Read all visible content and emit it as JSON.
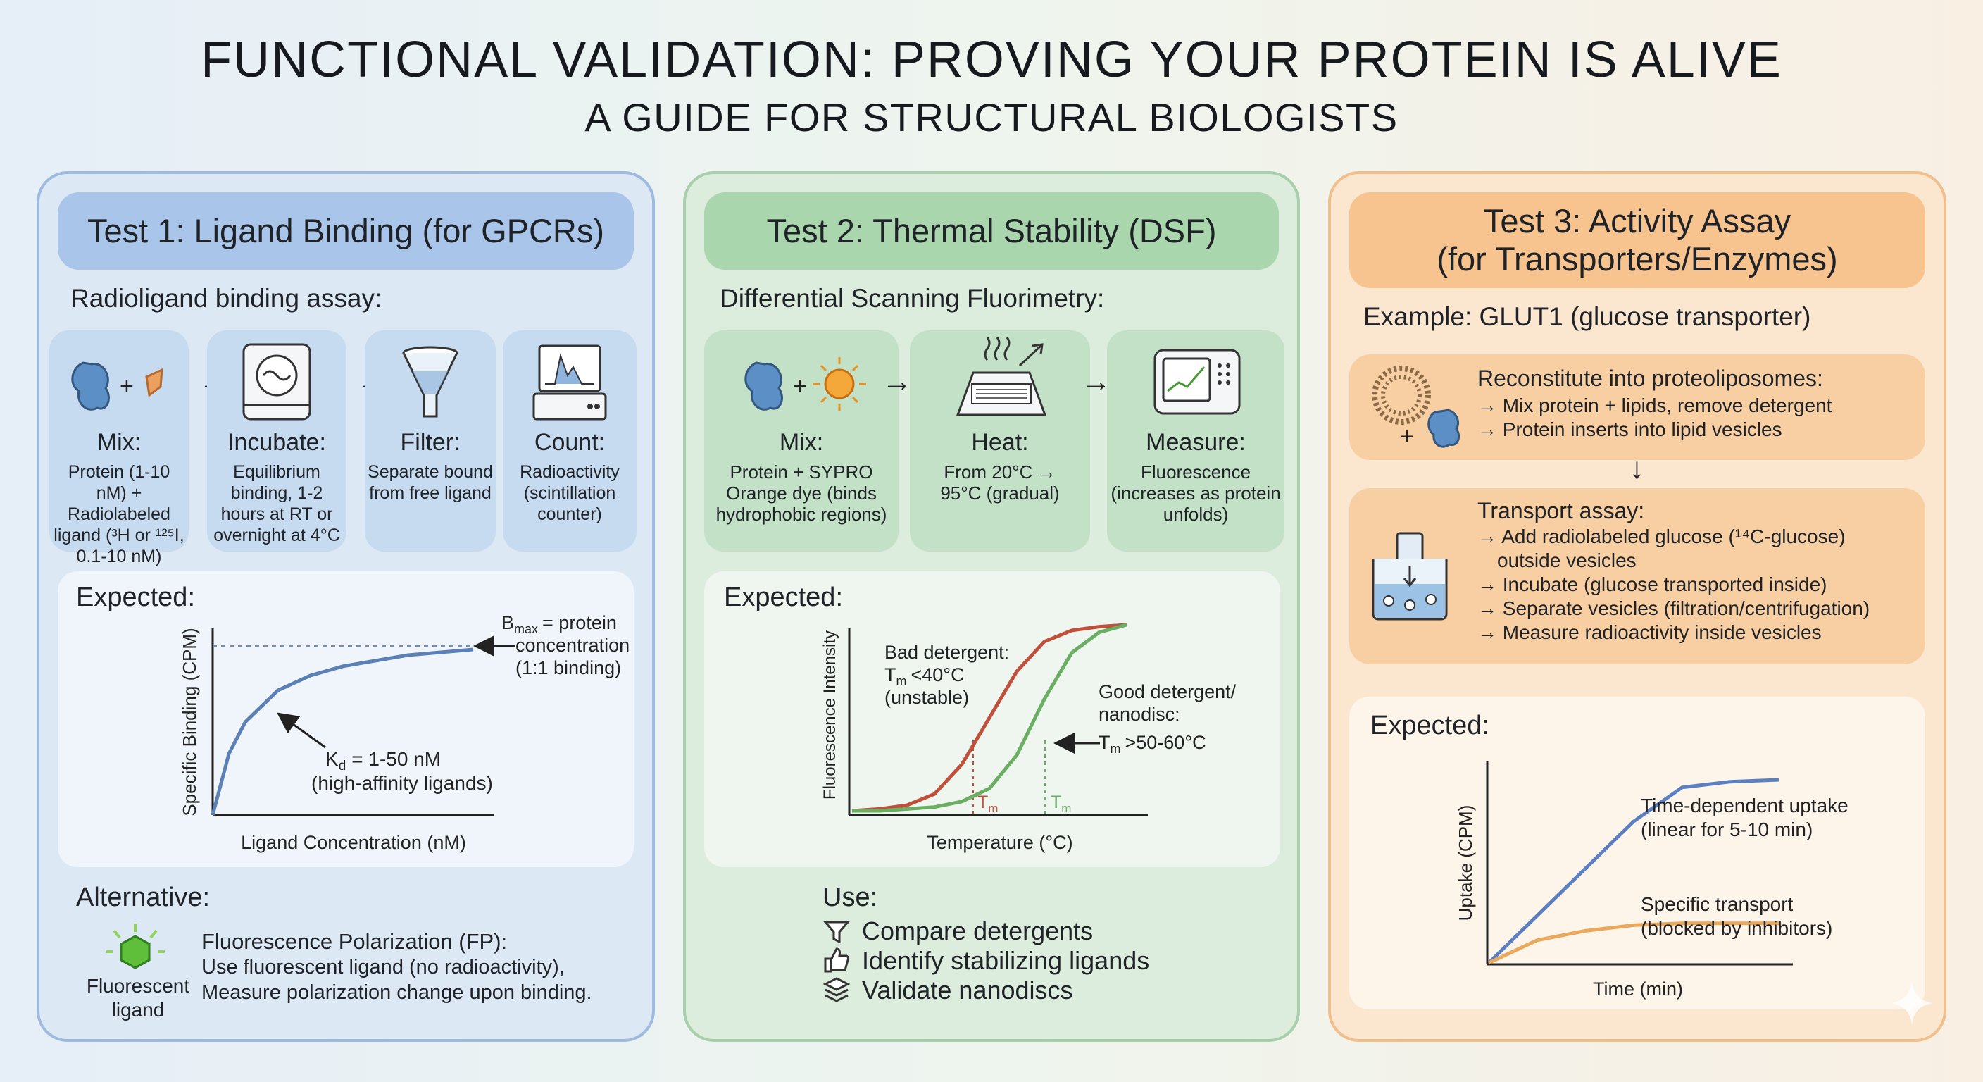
{
  "header": {
    "title": "FUNCTIONAL VALIDATION: PROVING YOUR PROTEIN IS ALIVE",
    "subtitle": "A GUIDE FOR STRUCTURAL BIOLOGISTS"
  },
  "test1": {
    "title": "Test 1: Ligand Binding (for GPCRs)",
    "lead": "Radioligand binding assay:",
    "steps": [
      {
        "label": "Mix:",
        "desc": "Protein (1-10 nM) + Radiolabeled ligand (³H or ¹²⁵I, 0.1-10 nM)"
      },
      {
        "label": "Incubate:",
        "desc": "Equilibrium binding, 1-2 hours at RT or overnight at 4°C"
      },
      {
        "label": "Filter:",
        "desc": "Separate bound from free ligand"
      },
      {
        "label": "Count:",
        "desc": "Radioactivity (scintillation counter)"
      }
    ],
    "expected_label": "Expected:",
    "alternative": {
      "heading": "Alternative:",
      "icon_label": "Fluorescent ligand",
      "method": "Fluorescence Polarization (FP):",
      "line1": "Use fluorescent ligand (no radioactivity),",
      "line2": "Measure polarization change upon binding."
    }
  },
  "test2": {
    "title": "Test 2: Thermal Stability (DSF)",
    "lead": "Differential Scanning Fluorimetry:",
    "steps": [
      {
        "label": "Mix:",
        "desc": "Protein + SYPRO Orange dye (binds hydrophobic regions)"
      },
      {
        "label": "Heat:",
        "desc": "From 20°C → 95°C (gradual)"
      },
      {
        "label": "Measure:",
        "desc": "Fluorescence (increases as protein unfolds)"
      }
    ],
    "expected_label": "Expected:",
    "use": {
      "heading": "Use:",
      "items": [
        "Compare detergents",
        "Identify stabilizing ligands",
        "Validate nanodiscs"
      ]
    }
  },
  "test3": {
    "title_line1": "Test 3: Activity Assay",
    "title_line2": "(for Transporters/Enzymes)",
    "example": "Example: GLUT1 (glucose transporter)",
    "reconstitute": {
      "title": "Reconstitute into proteoliposomes:",
      "lines": [
        "→ Mix protein + lipids, remove detergent",
        "→ Protein inserts into lipid vesicles"
      ]
    },
    "transport": {
      "title": "Transport assay:",
      "lines": [
        "→ Add radiolabeled glucose (¹⁴C-glucose)",
        "outside vesicles",
        "→ Incubate (glucose transported inside)",
        "→ Separate vesicles (filtration/centrifugation)",
        "→ Measure radioactivity inside vesicles"
      ]
    },
    "expected_label": "Expected:"
  },
  "chart_data": [
    {
      "type": "line",
      "xlabel": "Ligand Concentration (nM)",
      "ylabel": "Specific Binding (CPM)",
      "series": [
        {
          "x": [
            0,
            0.5,
            1,
            2,
            3,
            4,
            5,
            6,
            7,
            8
          ],
          "y": [
            0,
            0.33,
            0.5,
            0.67,
            0.75,
            0.8,
            0.83,
            0.86,
            0.875,
            0.89
          ]
        }
      ],
      "annotations": {
        "bmax": {
          "name": "B",
          "sub": "max",
          "text": "= protein",
          "line2": "concentration",
          "line3": "(1:1 binding)"
        },
        "kd": {
          "name": "K",
          "sub": "d",
          "text": "= 1-50 nM",
          "line2": "(high-affinity ligands)"
        }
      }
    },
    {
      "type": "line",
      "xlabel": "Temperature (°C)",
      "ylabel": "Fluorescence Intensity",
      "series": [
        {
          "color": "#c0503a",
          "x": [
            0,
            1,
            2,
            3,
            4,
            5,
            6,
            7,
            8,
            9,
            10
          ],
          "y": [
            0.0,
            0.01,
            0.03,
            0.09,
            0.25,
            0.5,
            0.75,
            0.91,
            0.97,
            0.99,
            1.0
          ]
        },
        {
          "color": "#6aae62",
          "x": [
            0,
            1,
            2,
            3,
            4,
            5,
            6,
            7,
            8,
            9,
            10
          ],
          "y": [
            0.0,
            0.0,
            0.01,
            0.02,
            0.05,
            0.12,
            0.3,
            0.6,
            0.85,
            0.96,
            1.0
          ]
        }
      ],
      "annotations": {
        "bad": {
          "line1": "Bad detergent:",
          "name": "T",
          "sub": "m",
          "text": "<40°C",
          "line3": "(unstable)"
        },
        "good": {
          "line1": "Good detergent/",
          "line2": "nanodisc:",
          "name": "T",
          "sub": "m",
          "text": ">50-60°C"
        },
        "tm": {
          "name": "T",
          "sub": "m"
        }
      }
    },
    {
      "type": "line",
      "xlabel": "Time (min)",
      "ylabel": "Uptake (CPM)",
      "series": [
        {
          "color": "#5b7fc2",
          "x": [
            0,
            1,
            2,
            3,
            4,
            5,
            6
          ],
          "y": [
            0.0,
            0.25,
            0.5,
            0.75,
            0.93,
            0.96,
            0.97
          ]
        },
        {
          "color": "#e9a85c",
          "x": [
            0,
            1,
            2,
            3,
            4,
            5,
            6
          ],
          "y": [
            0.0,
            0.12,
            0.17,
            0.2,
            0.21,
            0.21,
            0.21
          ]
        }
      ],
      "annotations": {
        "total": {
          "line1": "Time-dependent uptake",
          "line2": "(linear for 5-10 min)"
        },
        "specific": {
          "line1": "Specific transport",
          "line2": "(blocked by inhibitors)"
        }
      }
    }
  ]
}
